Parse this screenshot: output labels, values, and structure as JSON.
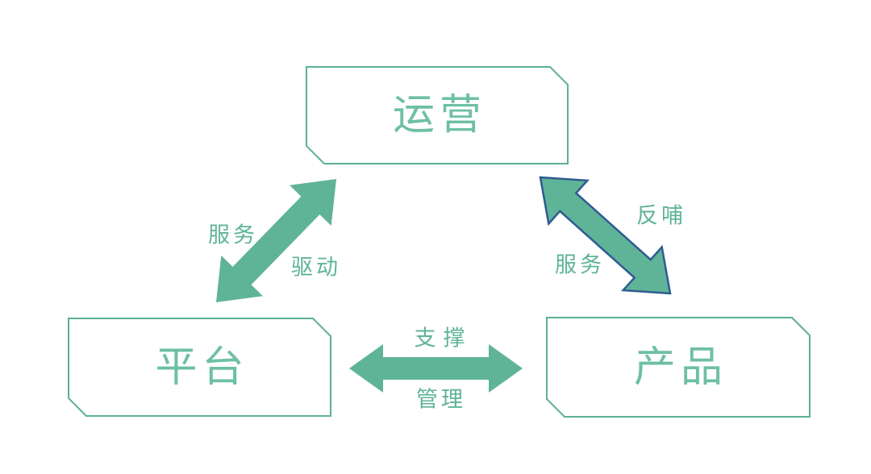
{
  "diagram": {
    "title": "platform-product-operations relationship diagram",
    "nodes": {
      "operations": {
        "label": "运营"
      },
      "platform": {
        "label": "平台"
      },
      "product": {
        "label": "产品"
      }
    },
    "edges": {
      "platform_operations": {
        "description": "double arrow between platform and operations",
        "label_upper": "服务",
        "label_lower": "驱动"
      },
      "operations_product": {
        "description": "double arrow between operations and product",
        "label_upper": "反哺",
        "label_lower": "服务"
      },
      "platform_product": {
        "description": "double arrow between platform and product",
        "label_upper": "支撑",
        "label_lower": "管理"
      }
    },
    "colors": {
      "green": "#5fb497",
      "box_border_green": "#5cb093",
      "box_text_green": "#6ec0a2",
      "arrow_outline_blue": "#2f5b93",
      "background": "#ffffff"
    }
  }
}
